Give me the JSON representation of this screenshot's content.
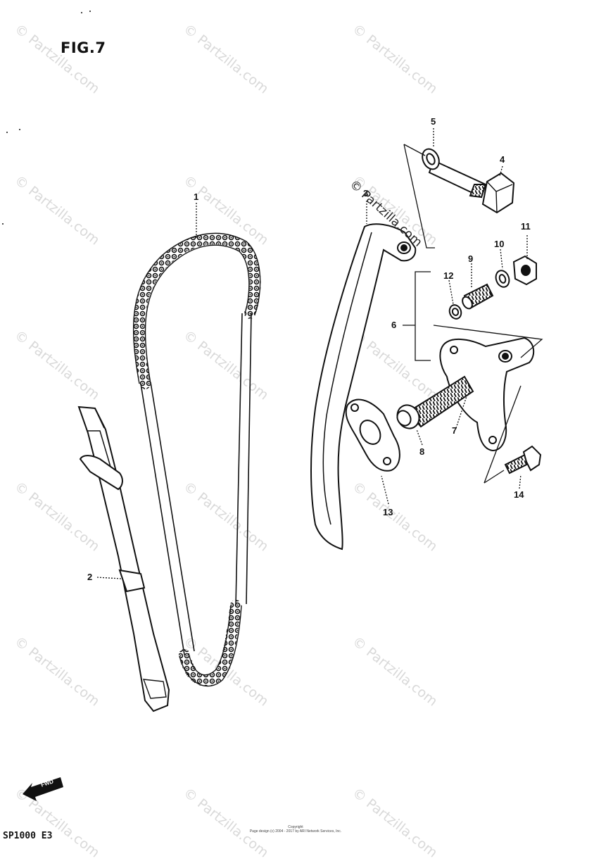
{
  "figure": {
    "title": "FIG.7",
    "model_code": "SP1000  E3",
    "copyright": "Copyright\nPage design (c) 2004 - 2017 by ARI Network Services, Inc."
  },
  "watermark": {
    "text": "© Partzilla.com",
    "overlay_text": "© Partzilla.com"
  },
  "fwd_arrow": {
    "label": "FWD"
  },
  "callouts": [
    {
      "id": "1",
      "label": "1"
    },
    {
      "id": "2",
      "label": "2"
    },
    {
      "id": "3",
      "label": "3"
    },
    {
      "id": "4",
      "label": "4"
    },
    {
      "id": "5",
      "label": "5"
    },
    {
      "id": "6",
      "label": "6"
    },
    {
      "id": "7",
      "label": "7"
    },
    {
      "id": "8",
      "label": "8"
    },
    {
      "id": "9",
      "label": "9"
    },
    {
      "id": "10",
      "label": "10"
    },
    {
      "id": "11",
      "label": "11"
    },
    {
      "id": "12",
      "label": "12"
    },
    {
      "id": "13",
      "label": "13"
    },
    {
      "id": "14",
      "label": "14"
    }
  ]
}
